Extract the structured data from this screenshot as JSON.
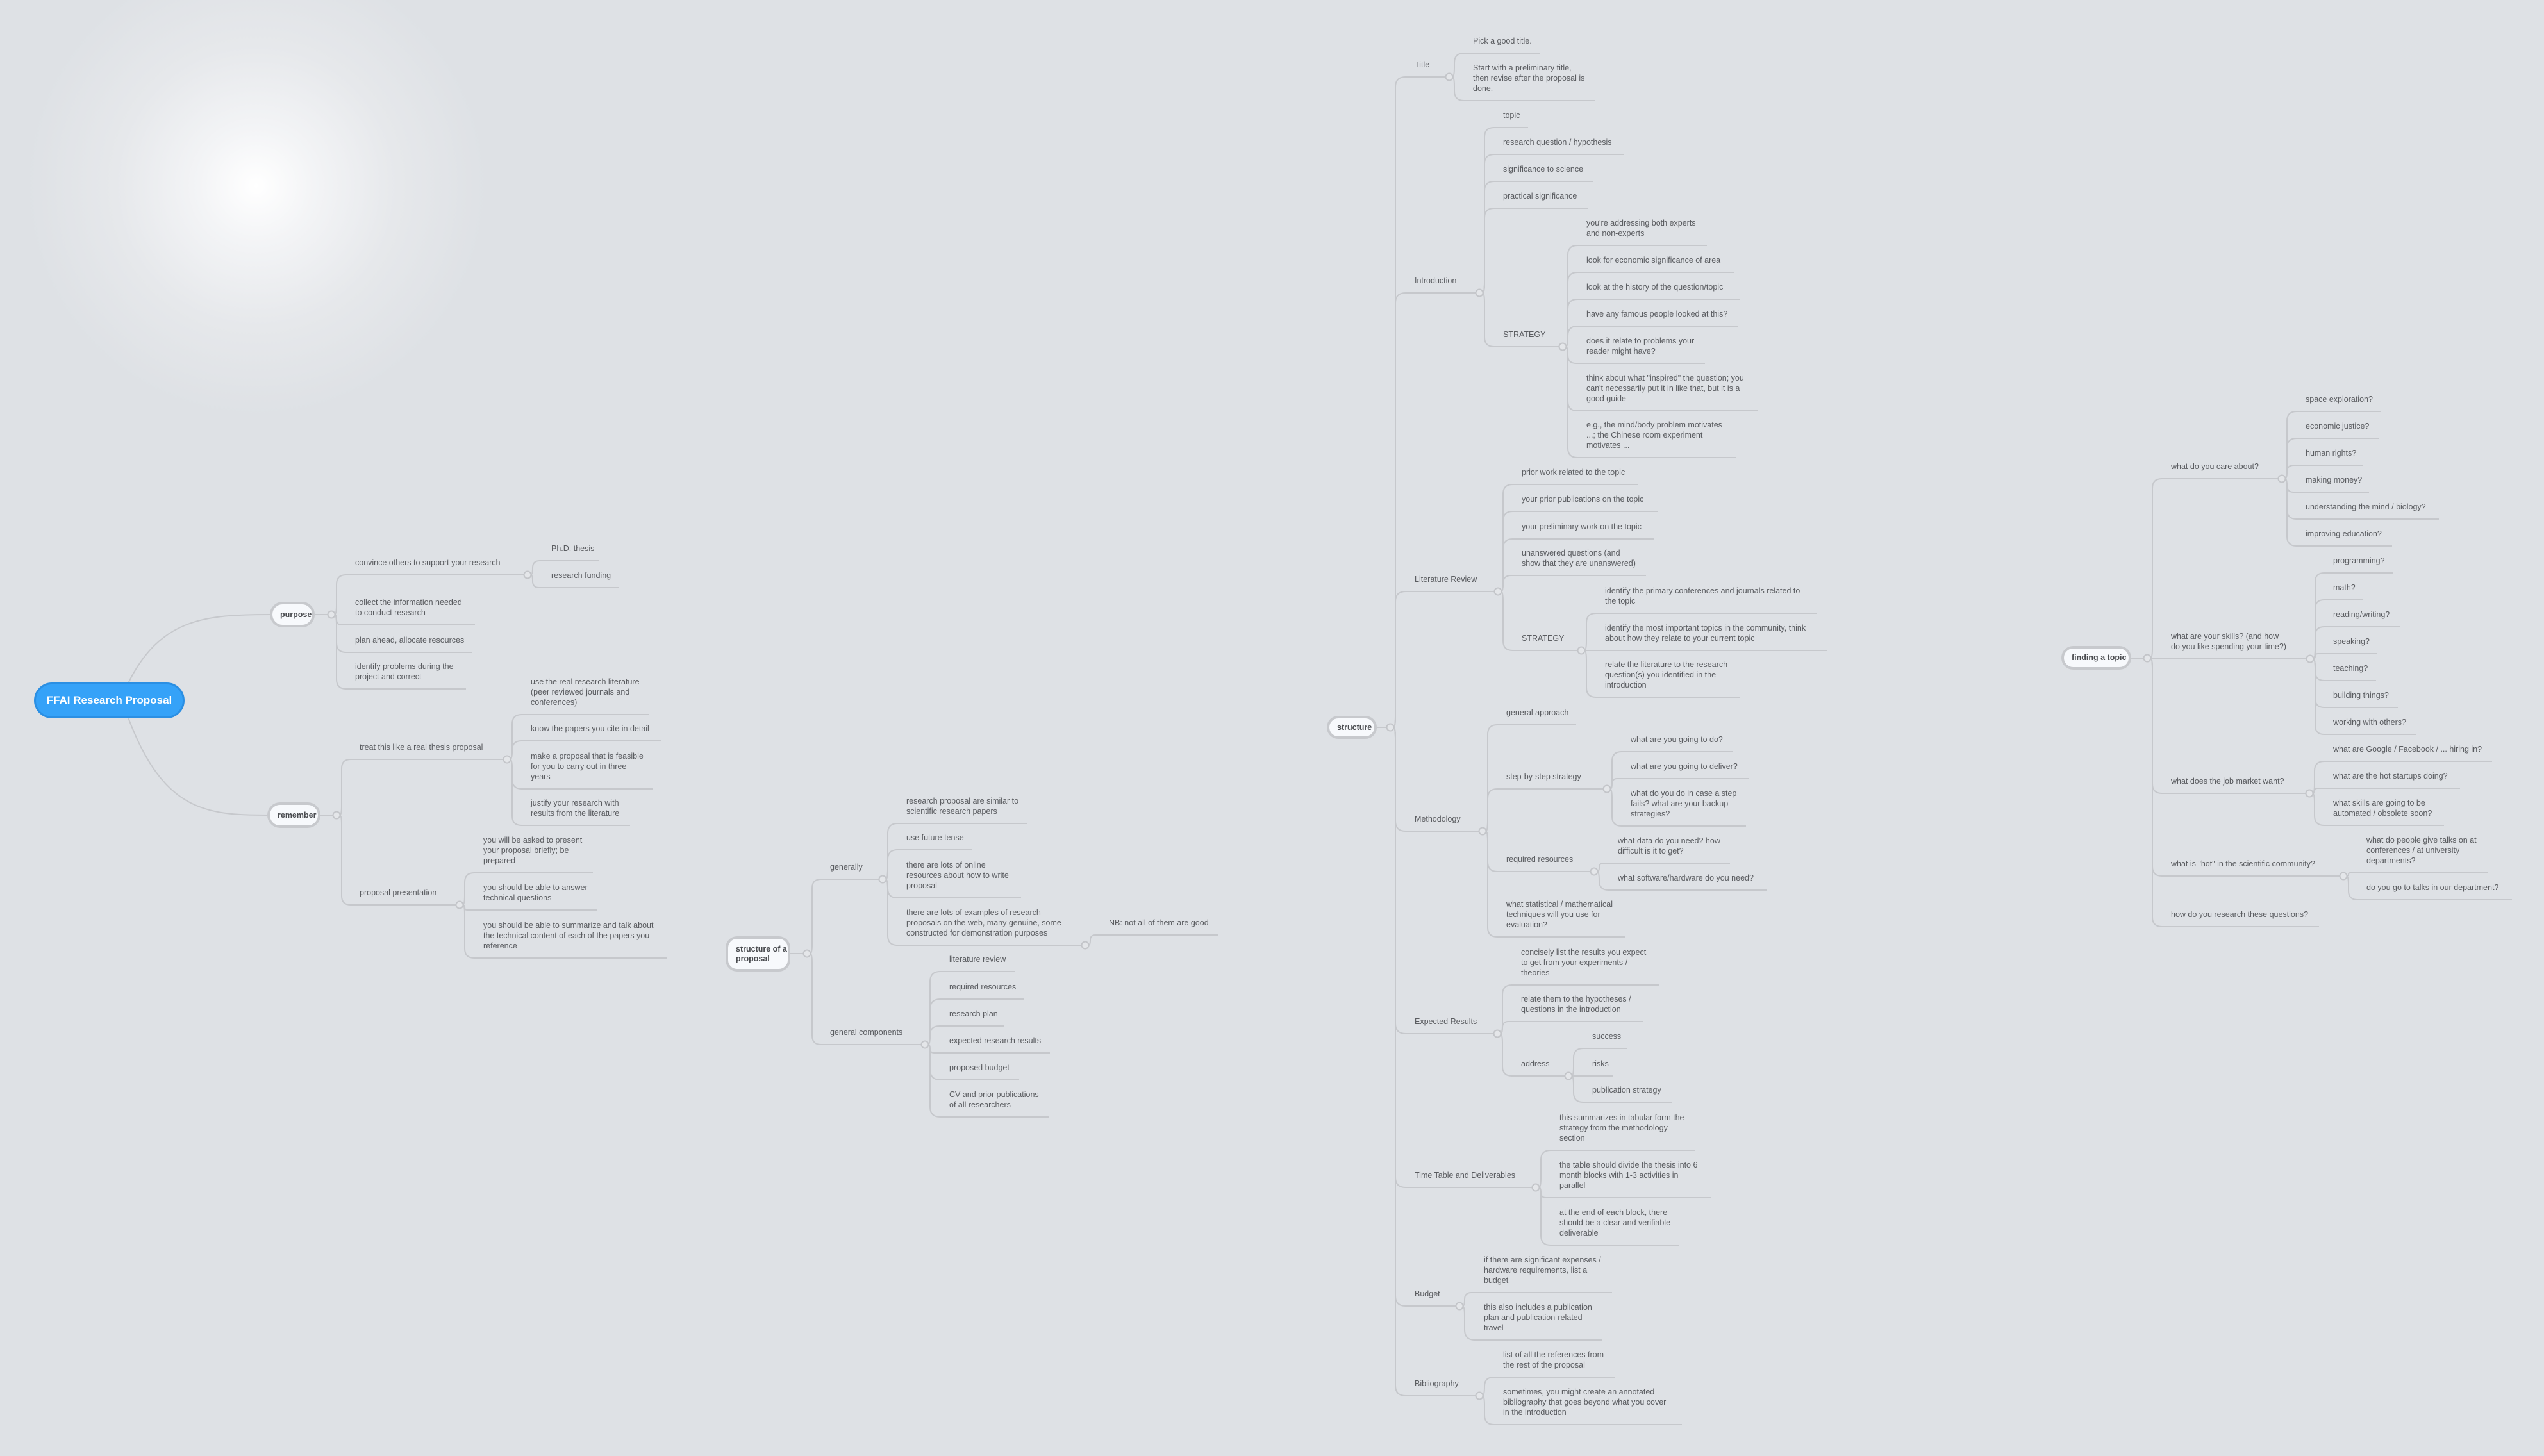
{
  "colors": {
    "background": "#dee1e5",
    "root_fill": "#35a2f8",
    "root_border": "#2b8fe3",
    "topic_fill": "#f7f9fc",
    "topic_border": "#c7c9cd",
    "line": "#c6c8cc",
    "text": "#5a5c60"
  },
  "root": {
    "label": "FFAI Research Proposal",
    "items": [
      {
        "label": "purpose",
        "items": [
          {
            "label": "convince others to support your research",
            "items": [
              {
                "label": "Ph.D. thesis"
              },
              {
                "label": "research funding"
              }
            ]
          },
          {
            "label": "collect the information needed\nto conduct research"
          },
          {
            "label": "plan ahead, allocate resources"
          },
          {
            "label": "identify problems during the\nproject and correct"
          }
        ]
      },
      {
        "label": "remember",
        "items": [
          {
            "label": "treat this like a real thesis proposal",
            "items": [
              {
                "label": "use the real research literature\n(peer reviewed journals and\nconferences)"
              },
              {
                "label": "know the papers you cite in detail"
              },
              {
                "label": "make a proposal that is feasible\nfor you to carry out in three\nyears"
              },
              {
                "label": "justify your research with\nresults from the literature"
              }
            ]
          },
          {
            "label": "proposal presentation",
            "items": [
              {
                "label": "you will be asked to present\nyour proposal briefly; be\nprepared"
              },
              {
                "label": "you should be able to answer\ntechnical questions"
              },
              {
                "label": "you should be able to summarize and talk about\nthe technical content of each of the papers you\nreference"
              }
            ]
          }
        ]
      }
    ]
  },
  "floating": [
    {
      "label": "structure of a\nproposal",
      "items": [
        {
          "label": "generally",
          "items": [
            {
              "label": "research proposal are similar to\nscientific research papers"
            },
            {
              "label": "use future tense"
            },
            {
              "label": "there are lots of online\nresources about how to write\nproposal"
            },
            {
              "label": "there are lots of examples of research\nproposals on the web, many genuine, some\nconstructed for demonstration purposes",
              "items": [
                {
                  "label": "NB: not all of them are good"
                }
              ]
            }
          ]
        },
        {
          "label": "general components",
          "items": [
            {
              "label": "literature review"
            },
            {
              "label": "required resources"
            },
            {
              "label": "research plan"
            },
            {
              "label": "expected research results"
            },
            {
              "label": "proposed budget"
            },
            {
              "label": "CV and prior publications\nof all researchers"
            }
          ]
        }
      ]
    },
    {
      "label": "structure",
      "items": [
        {
          "label": "Title",
          "items": [
            {
              "label": "Pick a good title."
            },
            {
              "label": "Start with a preliminary title,\nthen revise after the proposal is\ndone."
            }
          ]
        },
        {
          "label": "Introduction",
          "items": [
            {
              "label": "topic"
            },
            {
              "label": "research question / hypothesis"
            },
            {
              "label": "significance to science"
            },
            {
              "label": "practical significance"
            },
            {
              "label": "STRATEGY",
              "items": [
                {
                  "label": "you're addressing both experts\nand non-experts"
                },
                {
                  "label": "look for economic significance of area"
                },
                {
                  "label": "look at the history of the question/topic"
                },
                {
                  "label": "have any famous people looked at this?"
                },
                {
                  "label": "does it relate to problems your\nreader might have?"
                },
                {
                  "label": "think about what \"inspired\" the question; you\ncan't necessarily put it in like that, but it is a\ngood guide"
                },
                {
                  "label": "e.g., the mind/body problem motivates\n...; the Chinese room experiment\nmotivates ..."
                }
              ]
            }
          ]
        },
        {
          "label": "Literature Review",
          "items": [
            {
              "label": "prior work related to the topic"
            },
            {
              "label": "your prior publications on the topic"
            },
            {
              "label": "your preliminary work on the topic"
            },
            {
              "label": "unanswered questions (and\nshow that they are unanswered)"
            },
            {
              "label": "STRATEGY",
              "items": [
                {
                  "label": "identify the primary conferences and journals related to\nthe topic"
                },
                {
                  "label": "identify the most important topics in the community, think\nabout how they relate to your current topic"
                },
                {
                  "label": "relate the literature to the research\nquestion(s) you identified in the\nintroduction"
                }
              ]
            }
          ]
        },
        {
          "label": "Methodology",
          "items": [
            {
              "label": "general approach"
            },
            {
              "label": "step-by-step strategy",
              "items": [
                {
                  "label": "what are you going to do?"
                },
                {
                  "label": "what are you going to deliver?"
                },
                {
                  "label": "what do you do in case a step\nfails? what are your backup\nstrategies?"
                }
              ]
            },
            {
              "label": "required resources",
              "items": [
                {
                  "label": "what data do you need? how\ndifficult is it to get?"
                },
                {
                  "label": "what software/hardware do you need?"
                }
              ]
            },
            {
              "label": "what statistical / mathematical\ntechniques will you use for\nevaluation?"
            }
          ]
        },
        {
          "label": "Expected Results",
          "items": [
            {
              "label": "concisely list the results you expect\nto get from your experiments /\ntheories"
            },
            {
              "label": "relate them to the hypotheses /\nquestions in the introduction"
            },
            {
              "label": "address",
              "items": [
                {
                  "label": "success"
                },
                {
                  "label": "risks"
                },
                {
                  "label": "publication strategy"
                }
              ]
            }
          ]
        },
        {
          "label": "Time Table and Deliverables",
          "items": [
            {
              "label": "this summarizes in tabular form the\nstrategy from the methodology\nsection"
            },
            {
              "label": "the table should divide the thesis into 6\nmonth blocks with 1-3 activities in\nparallel"
            },
            {
              "label": "at the end of each block, there\nshould be a clear and verifiable\ndeliverable"
            }
          ]
        },
        {
          "label": "Budget",
          "items": [
            {
              "label": "if there are significant expenses /\nhardware requirements, list a\nbudget"
            },
            {
              "label": "this also includes a publication\nplan and publication-related\ntravel"
            }
          ]
        },
        {
          "label": "Bibliography",
          "items": [
            {
              "label": "list of all the references from\nthe rest of the proposal"
            },
            {
              "label": "sometimes, you might create an annotated\nbibliography that goes beyond what you cover\nin the introduction"
            }
          ]
        }
      ]
    },
    {
      "label": "finding a topic",
      "items": [
        {
          "label": "what do you care about?",
          "items": [
            {
              "label": "space exploration?"
            },
            {
              "label": "economic justice?"
            },
            {
              "label": "human rights?"
            },
            {
              "label": "making money?"
            },
            {
              "label": "understanding the mind / biology?"
            },
            {
              "label": "improving education?"
            }
          ]
        },
        {
          "label": "what are your skills? (and how\ndo you like spending your time?)",
          "items": [
            {
              "label": "programming?"
            },
            {
              "label": "math?"
            },
            {
              "label": "reading/writing?"
            },
            {
              "label": "speaking?"
            },
            {
              "label": "teaching?"
            },
            {
              "label": "building things?"
            },
            {
              "label": "working with others?"
            }
          ]
        },
        {
          "label": "what does the job market want?",
          "items": [
            {
              "label": "what are Google / Facebook / ... hiring in?"
            },
            {
              "label": "what are the hot startups doing?"
            },
            {
              "label": "what skills are going to be\nautomated / obsolete soon?"
            }
          ]
        },
        {
          "label": "what is \"hot\" in the scientific community?",
          "items": [
            {
              "label": "what do people give talks on at\nconferences / at university\ndepartments?"
            },
            {
              "label": "do you go to talks in our department?"
            }
          ]
        },
        {
          "label": "how do you research these questions?"
        }
      ]
    }
  ]
}
